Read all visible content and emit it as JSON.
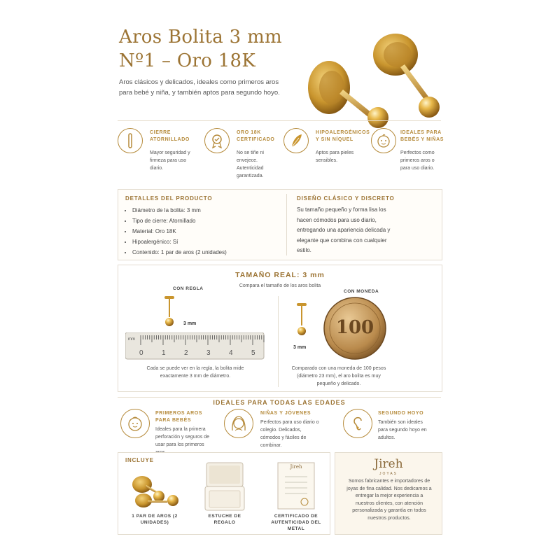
{
  "header": {
    "title_line1": "Aros Bolita 3 mm",
    "title_line2": "Nº1 – Oro 18K",
    "intro": "Aros clásicos y delicados, ideales como primeros aros para bebé y niña, y también aptos para segundo hoyo."
  },
  "features": [
    {
      "icon": "gold-bar-icon",
      "title": "Cierre atornillado",
      "text": "Mayor seguridad y firmeza para uso diario."
    },
    {
      "icon": "certificate-icon",
      "title": "Oro 18K certificado",
      "text": "No se tiñe ni envejece. Autenticidad garantizada."
    },
    {
      "icon": "feather-icon",
      "title": "Hipoalergénicos y sin níquel",
      "text": "Aptos para pieles sensibles."
    },
    {
      "icon": "baby-icon",
      "title": "Ideales para bebés y niñas",
      "text": "Perfectos como primeros aros o para uso diario."
    }
  ],
  "details": {
    "title": "Detalles del producto",
    "items": [
      "Diámetro de la bolita: 3 mm",
      "Tipo de cierre: Atornillado",
      "Material: Oro 18K",
      "Hipoalergénico: Sí",
      "Contenido: 1 par de aros (2 unidades)"
    ]
  },
  "design": {
    "title": "Diseño clásico y discreto",
    "text": "Su tamaño pequeño y forma lisa los hacen cómodos para uso diario, entregando una apariencia delicada y elegante que combina con cualquier estilo."
  },
  "size": {
    "title": "TAMAÑO REAL: 3 mm",
    "subtitle": "Compara el tamaño de los aros bolita",
    "left_label": "Con regla",
    "right_label": "Con moneda",
    "measure_left": "3 mm",
    "measure_right": "3 mm",
    "ruler_unit": "mm",
    "ruler_numbers": [
      "0",
      "1",
      "2",
      "3",
      "4",
      "5"
    ],
    "coin_value": "100",
    "left_caption": "Cada se puede ver en la regla, la bolita mide exactamente 3 mm de diámetro.",
    "right_caption": "Comparado con una moneda de 100 pesos (diámetro 23 mm), el aro bolita es muy pequeño y delicado."
  },
  "ages": {
    "title": "IDEALES PARA TODAS LAS EDADES",
    "items": [
      {
        "title": "Primeros aros para bebés",
        "text": "Ideales para la primera perforación y seguros de usar para los primeros aros."
      },
      {
        "title": "Niñas y jóvenes",
        "text": "Perfectos para uso diario o colegio. Delicados, cómodos y fáciles de combinar."
      },
      {
        "title": "Segundo hoyo",
        "text": "También son ideales para segundo hoyo en adultos."
      }
    ]
  },
  "includes": {
    "title": "Incluye",
    "items": [
      {
        "label": "1 par de aros (2 unidades)"
      },
      {
        "label": "Estuche de regalo"
      },
      {
        "label": "Certificado de autenticidad del metal"
      }
    ]
  },
  "brand": {
    "name": "Jireh",
    "tagline": "JOYAS",
    "certificate_name": "Jireh",
    "text": "Somos fabricantes e importadores de joyas de fina calidad. Nos dedicamos a entregar la mejor experiencia a nuestros clientes, con atención personalizada y garantía en todos nuestros productos."
  }
}
